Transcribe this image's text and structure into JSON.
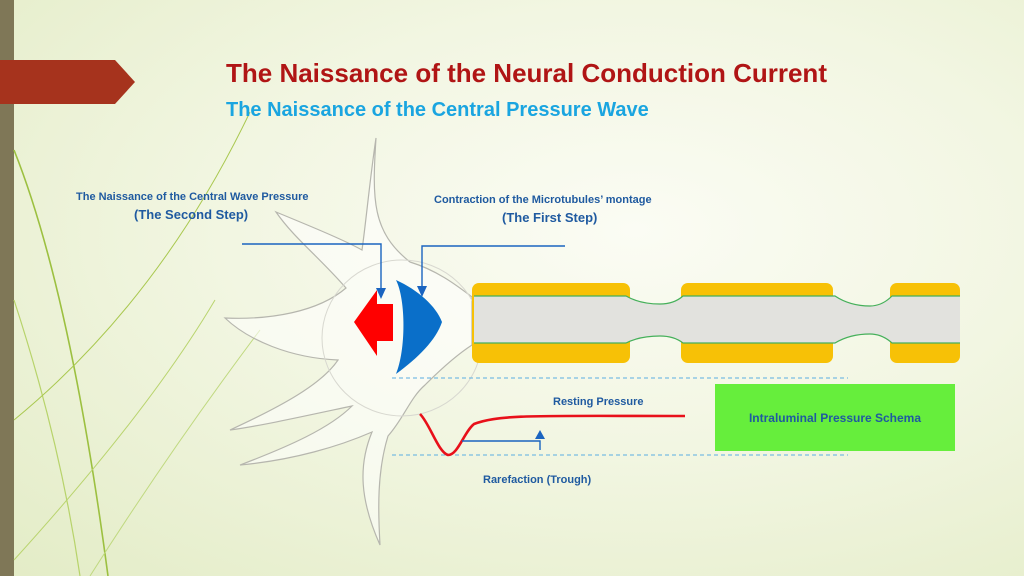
{
  "slide": {
    "title": "The Naissance of the Neural Conduction Current",
    "subtitle": "The Naissance of the Central Pressure Wave"
  },
  "labels": {
    "second_step_caption": "The Naissance of the Central Wave Pressure",
    "second_step": "(The Second Step)",
    "first_step_caption": "Contraction of the Microtubules’ montage",
    "first_step": "(The First Step)",
    "resting_pressure": "Resting Pressure",
    "rarefaction": "Rarefaction (Trough)",
    "schema": "Intraluminal Pressure Schema"
  },
  "colors": {
    "title": "#b01515",
    "subtitle": "#1aa5e0",
    "label": "#1f5aa0",
    "arrow_red": "#ff0000",
    "lens_blue": "#0a6fc9",
    "myelin": "#f7c106",
    "axon": "#e2e2de",
    "axon_line": "#45b05a",
    "schema_box": "#66ee3c",
    "pressure_curve": "#e8101a"
  }
}
